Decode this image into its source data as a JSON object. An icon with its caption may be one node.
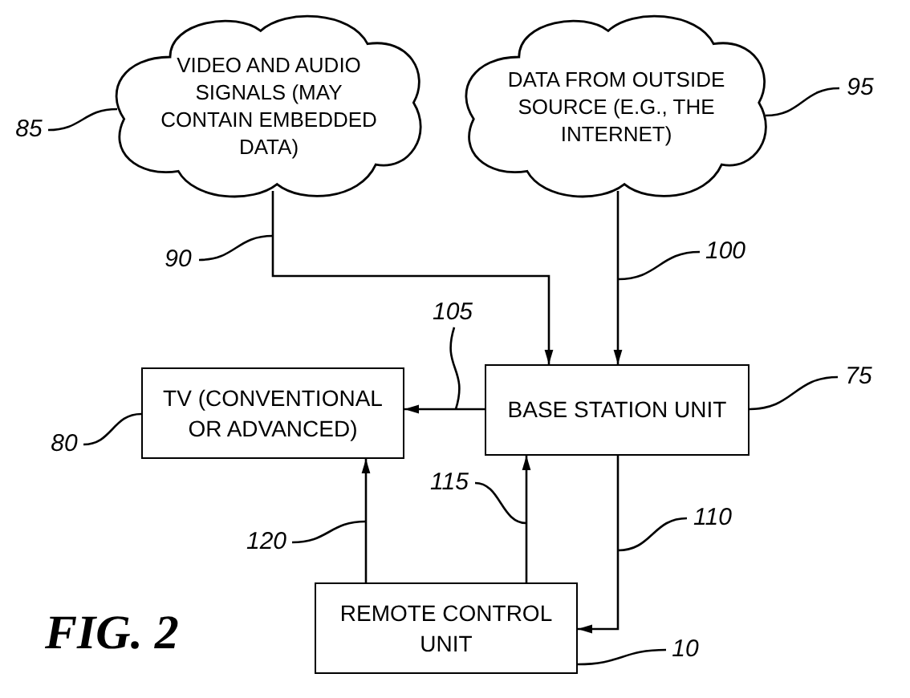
{
  "diagram": {
    "nodes": [
      {
        "text": [
          "VIDEO AND AUDIO SIGNALS (MAY CONTAIN EMBEDDED DATA)"
        ]
      },
      {
        "text": [
          "DATA FROM OUTSIDE SOURCE (E.G., THE INTERNET)"
        ]
      },
      {
        "text": [
          "TV (CONVENTIONAL OR ADVANCED)"
        ]
      },
      {
        "text": [
          "BASE STATION UNIT"
        ]
      },
      {
        "text": [
          "REMOTE CONTROL UNIT"
        ]
      },
      {
        "text": [
          "85"
        ]
      },
      {
        "text": [
          "95"
        ]
      },
      {
        "text": [
          "90"
        ]
      },
      {
        "text": [
          "100"
        ]
      },
      {
        "text": [
          "105"
        ]
      },
      {
        "text": [
          "80"
        ]
      },
      {
        "text": [
          "75"
        ]
      },
      {
        "text": [
          "115"
        ]
      },
      {
        "text": [
          "110"
        ]
      },
      {
        "text": [
          "120"
        ]
      },
      {
        "text": [
          "10"
        ]
      }
    ],
    "edges": [
      {
        "from": 0,
        "to": 3,
        "arrow": "to"
      },
      {
        "from": 1,
        "to": 3,
        "arrow": "to"
      },
      {
        "from": 3,
        "to": 2,
        "arrow": "to"
      },
      {
        "from": 4,
        "to": 2,
        "arrow": "to"
      },
      {
        "from": 4,
        "to": 3,
        "arrow": "to"
      },
      {
        "from": 3,
        "to": 4,
        "arrow": "to"
      },
      {
        "from": 5,
        "to": 0,
        "arrow": "none"
      },
      {
        "from": 6,
        "to": 1,
        "arrow": "none"
      },
      {
        "from": 7,
        "to": null,
        "arrow": "none"
      },
      {
        "from": 8,
        "to": null,
        "arrow": "none"
      },
      {
        "from": 9,
        "to": null,
        "arrow": "none"
      },
      {
        "from": 10,
        "to": 2,
        "arrow": "none"
      },
      {
        "from": 11,
        "to": 3,
        "arrow": "none"
      },
      {
        "from": 12,
        "to": null,
        "arrow": "none"
      },
      {
        "from": 13,
        "to": null,
        "arrow": "none"
      },
      {
        "from": 14,
        "to": null,
        "arrow": "none"
      },
      {
        "from": 15,
        "to": 4,
        "arrow": "none"
      }
    ],
    "labels": [
      "FIG. 2"
    ]
  }
}
